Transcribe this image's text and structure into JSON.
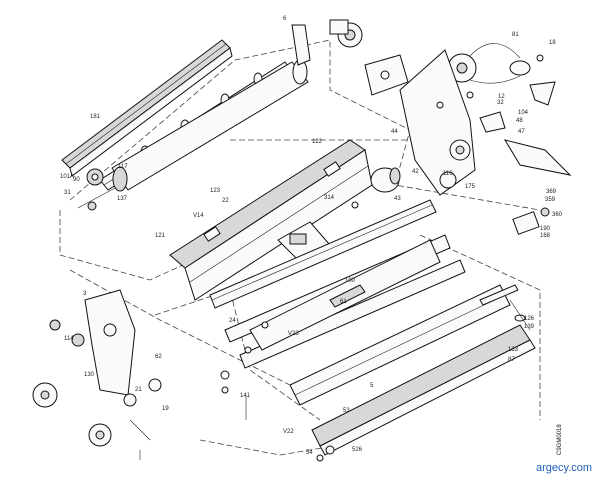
{
  "figure_id": "C9GM0018",
  "watermark": "argecy.com",
  "callouts": [
    "181",
    "6",
    "81",
    "18",
    "12",
    "32",
    "104",
    "48",
    "47",
    "31",
    "101A",
    "90",
    "137",
    "117",
    "122",
    "123",
    "V14",
    "22",
    "314",
    "42",
    "43",
    "44",
    "116",
    "175",
    "121",
    "369",
    "359",
    "360",
    "190",
    "168",
    "3",
    "114",
    "5",
    "24",
    "V23",
    "61",
    "100",
    "130",
    "62",
    "21",
    "19",
    "141",
    "V22",
    "54",
    "526",
    "53",
    "87",
    "133",
    "126",
    "139"
  ]
}
